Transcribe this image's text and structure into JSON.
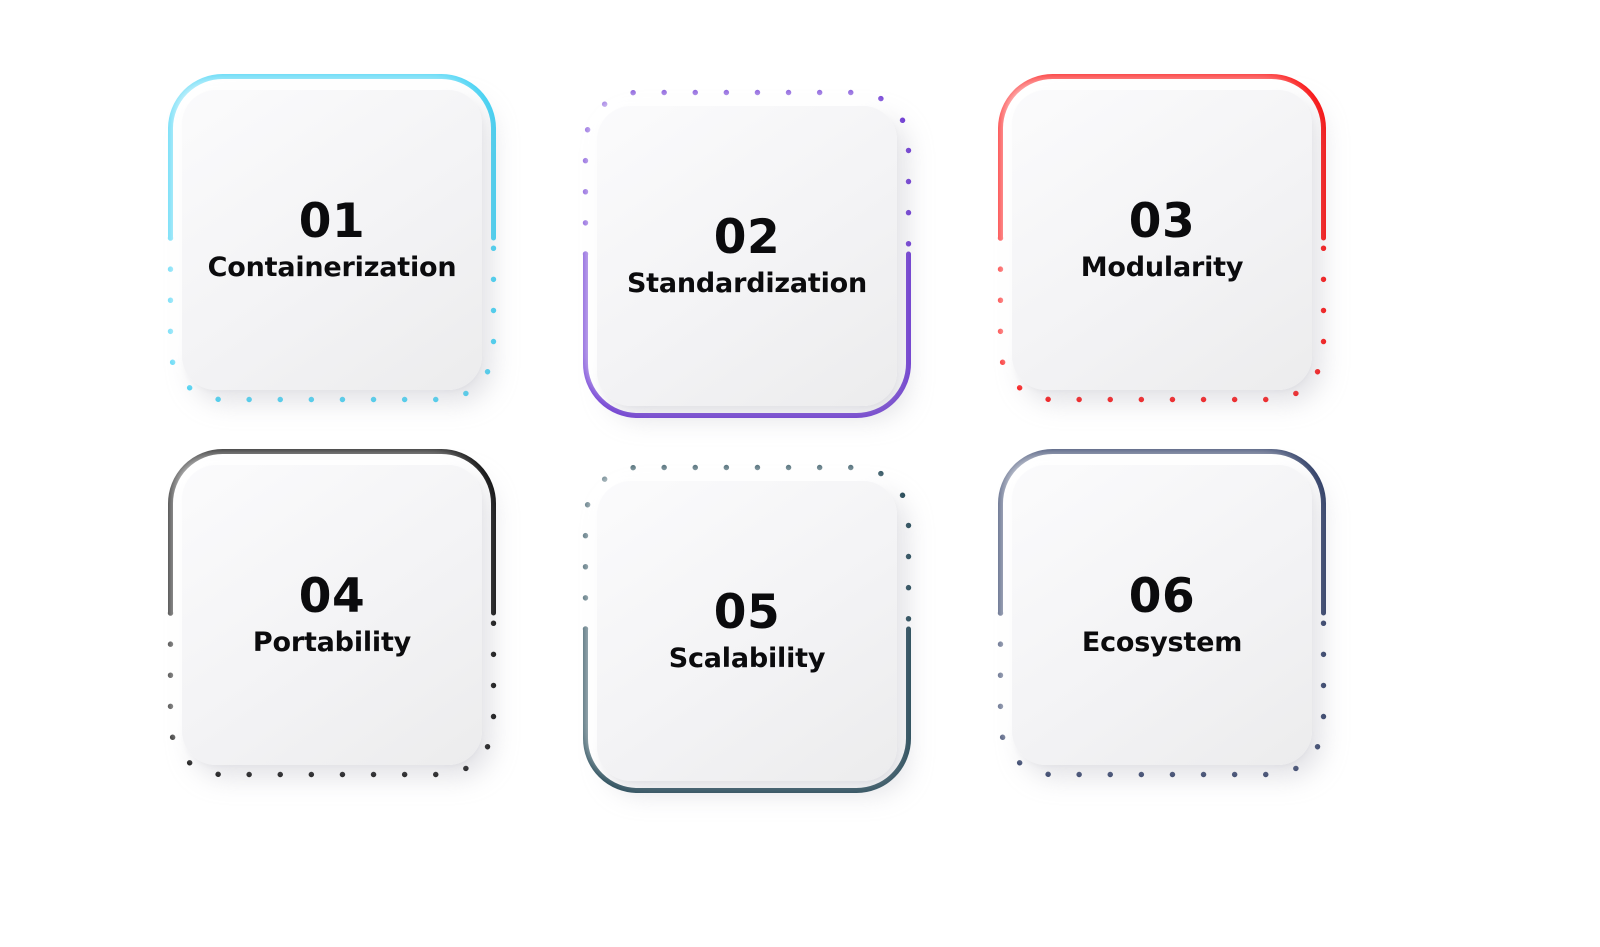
{
  "page": {
    "background": "#ffffff",
    "card_fill": "#f5f5f7",
    "text_color": "#0b0b0d",
    "layout": "3-column by 2-row card grid",
    "columns": 3,
    "rows": 2
  },
  "cards": [
    {
      "number": "01",
      "label": "Containerization",
      "accent": "#3fd2f5",
      "border_style": "solid-top-dotted-bottom",
      "position": "row1-col1"
    },
    {
      "number": "02",
      "label": "Standardization",
      "accent": "#6b35d4",
      "border_style": "dotted-top-solid-bottom",
      "position": "row1-col2"
    },
    {
      "number": "03",
      "label": "Modularity",
      "accent": "#fb0a0a",
      "border_style": "solid-top-dotted-bottom",
      "position": "row1-col3"
    },
    {
      "number": "04",
      "label": "Portability",
      "accent": "#0a0a0a",
      "border_style": "solid-top-dotted-bottom",
      "position": "row2-col1"
    },
    {
      "number": "05",
      "label": "Scalability",
      "accent": "#1e4452",
      "border_style": "dotted-top-solid-bottom",
      "position": "row2-col2"
    },
    {
      "number": "06",
      "label": "Ecosystem",
      "accent": "#2b3a63",
      "border_style": "solid-top-dotted-bottom",
      "position": "row2-col3"
    }
  ]
}
